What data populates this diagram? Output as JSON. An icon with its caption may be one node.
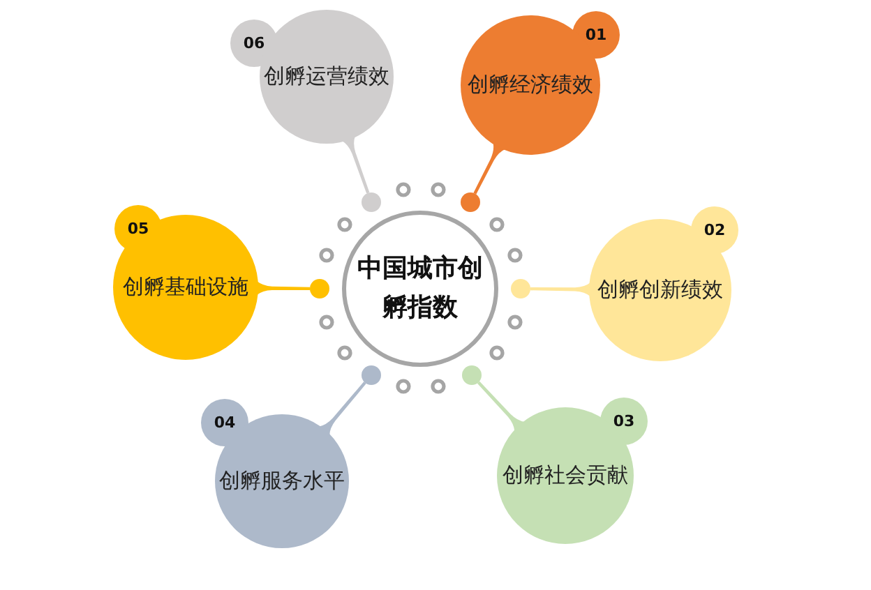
{
  "diagram": {
    "nodes": [
      {
        "text": [
          "中国城市创孵指数"
        ]
      },
      {
        "text": [
          "01",
          "创孵经济绩效"
        ]
      },
      {
        "text": [
          "02",
          "创孵创新绩效"
        ]
      },
      {
        "text": [
          "03",
          "创孵社会贡献"
        ]
      },
      {
        "text": [
          "04",
          "创孵服务水平"
        ]
      },
      {
        "text": [
          "05",
          "创孵基础设施"
        ]
      },
      {
        "text": [
          "06",
          "创孵运营绩效"
        ]
      },
      {
        "text": [],
        "shape": "circle"
      },
      {
        "text": [],
        "shape": "circle"
      },
      {
        "text": [],
        "shape": "circle"
      },
      {
        "text": [],
        "shape": "circle"
      },
      {
        "text": [],
        "shape": "circle"
      },
      {
        "text": [],
        "shape": "circle"
      }
    ],
    "edges": [
      {
        "from": 6,
        "to": 7,
        "arrow": "none",
        "color": "#d0cece"
      },
      {
        "from": 1,
        "to": 8,
        "arrow": "none",
        "color": "#ed7d31"
      },
      {
        "from": 5,
        "to": 9,
        "arrow": "none",
        "color": "#ffc000"
      },
      {
        "from": 2,
        "to": 10,
        "arrow": "none",
        "color": "#ffe699"
      },
      {
        "from": 4,
        "to": 11,
        "arrow": "none",
        "color": "#adb9ca"
      },
      {
        "from": 3,
        "to": 12,
        "arrow": "none",
        "color": "#c5e0b4"
      }
    ]
  }
}
